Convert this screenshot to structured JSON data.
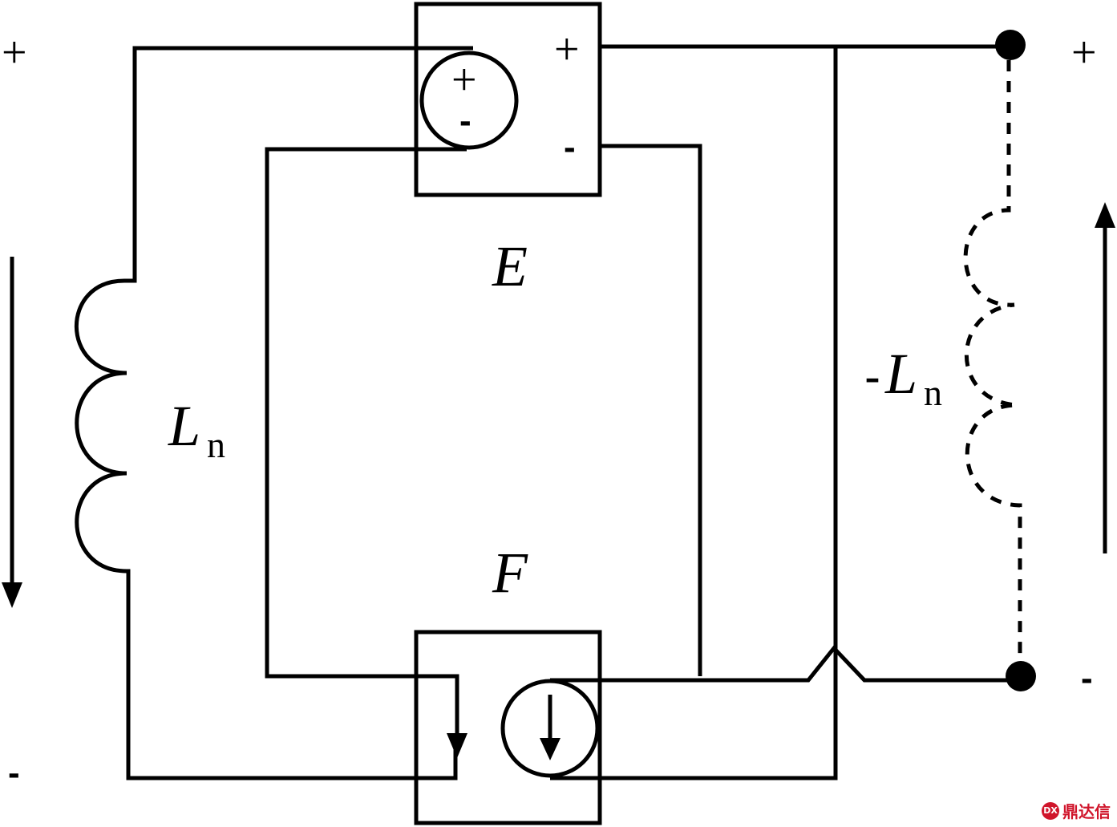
{
  "blocks": {
    "E": {
      "label": "E",
      "plus": "+",
      "minus": "-",
      "source_plus": "+",
      "source_minus": "-"
    },
    "F": {
      "label": "F"
    }
  },
  "left_port": {
    "plus": "+",
    "minus": "-",
    "inductor_symbol": "L",
    "inductor_subscript": "n"
  },
  "right_port": {
    "plus": "+",
    "minus": "-",
    "inductor_prefix": "-",
    "inductor_symbol": "L",
    "inductor_subscript": "n"
  },
  "watermark": {
    "text": "鼎达信",
    "logo": "DX"
  }
}
